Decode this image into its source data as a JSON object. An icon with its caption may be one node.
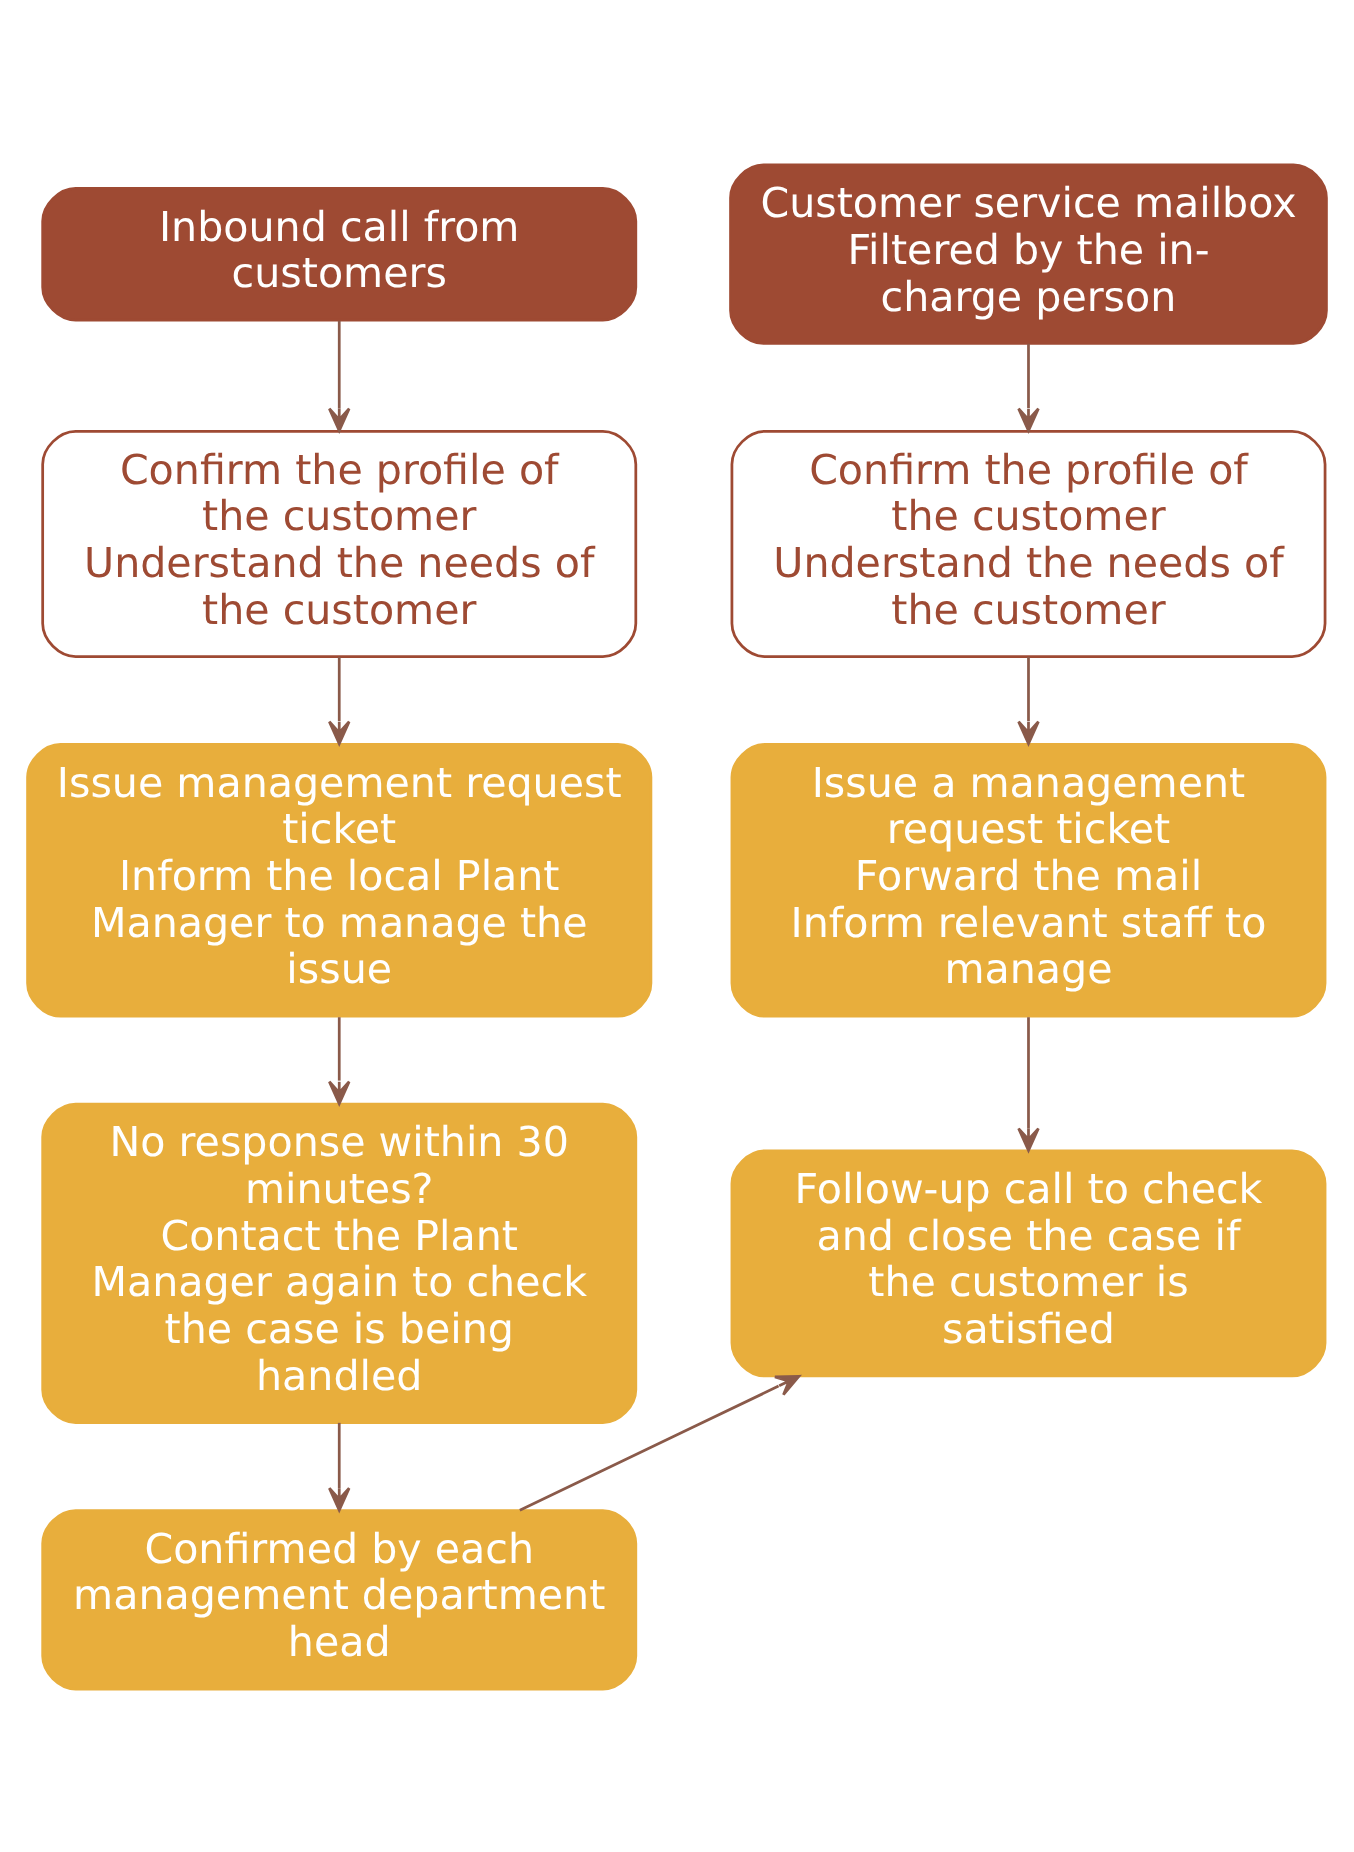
{
  "diagram": {
    "nodes": [
      {
        "text": [
          "Inbound call from customers"
        ]
      },
      {
        "text": [
          "Customer service mailbox",
          "Filtered by the in-charge person"
        ]
      },
      {
        "text": [
          "Confirm the profile of the customer",
          "Understand the needs of the customer"
        ]
      },
      {
        "text": [
          "Confirm the profile of the customer",
          "Understand the needs of the customer"
        ]
      },
      {
        "text": [
          "Issue management request ticket",
          "Inform the local Plant Manager to manage the issue"
        ]
      },
      {
        "text": [
          "Issue a management request ticket",
          "Forward the mail",
          "Inform relevant staff to manage"
        ]
      },
      {
        "text": [
          "No response within 30 minutes?",
          "Contact the Plant Manager again to check the case is being handled"
        ]
      },
      {
        "text": [
          "Follow-up call to check and close the case if the customer is satisfied"
        ]
      },
      {
        "text": [
          "Confirmed by each management department head"
        ]
      }
    ],
    "edges": [
      {
        "from": 0,
        "to": 2,
        "arrow": "to"
      },
      {
        "from": 1,
        "to": 3,
        "arrow": "to"
      },
      {
        "from": 2,
        "to": 4,
        "arrow": "to"
      },
      {
        "from": 3,
        "to": 5,
        "arrow": "to"
      },
      {
        "from": 4,
        "to": 6,
        "arrow": "to"
      },
      {
        "from": 5,
        "to": 7,
        "arrow": "to"
      },
      {
        "from": 6,
        "to": 8,
        "arrow": "to"
      },
      {
        "from": 8,
        "to": 7,
        "arrow": "to"
      }
    ]
  }
}
